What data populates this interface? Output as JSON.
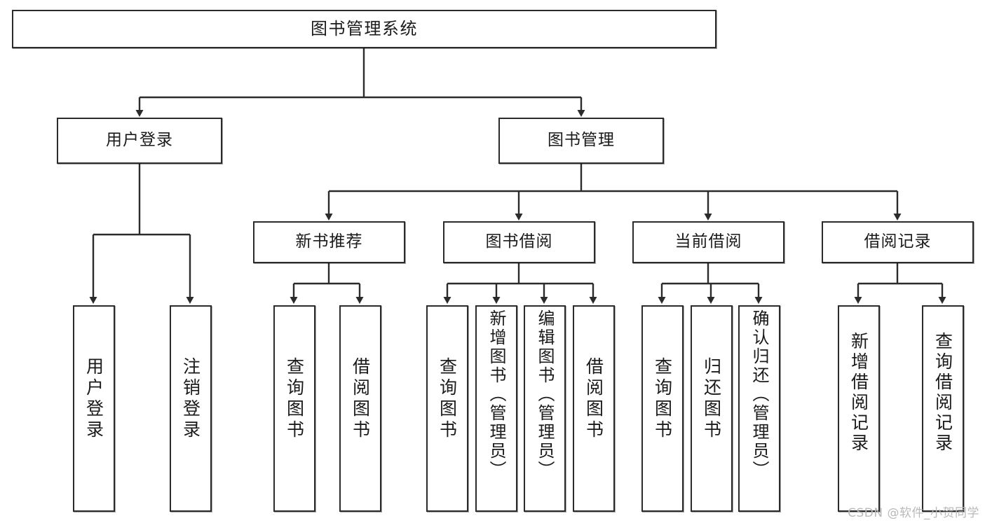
{
  "diagram": {
    "type": "tree-hierarchy",
    "title": "图书管理系统",
    "watermark": "CSDN @软件_小贺同学",
    "colors": {
      "stroke": "#2b2b2b",
      "fill": "#ffffff",
      "text": "#1a1a1a",
      "watermark": "#b9b9b9"
    },
    "root": {
      "label": "图书管理系统"
    },
    "level2": [
      {
        "label": "用户登录"
      },
      {
        "label": "图书管理"
      }
    ],
    "level3": [
      {
        "label": "新书推荐"
      },
      {
        "label": "图书借阅"
      },
      {
        "label": "当前借阅"
      },
      {
        "label": "借阅记录"
      }
    ],
    "leaves": [
      {
        "label": "用户登录",
        "parent": "用户登录"
      },
      {
        "label": "注销登录",
        "parent": "用户登录"
      },
      {
        "label": "查询图书",
        "parent": "新书推荐"
      },
      {
        "label": "借阅图书",
        "parent": "新书推荐"
      },
      {
        "label": "查询图书",
        "parent": "图书借阅"
      },
      {
        "label": "新增图书（管理员）",
        "parent": "图书借阅"
      },
      {
        "label": "编辑图书（管理员）",
        "parent": "图书借阅"
      },
      {
        "label": "借阅图书",
        "parent": "图书借阅"
      },
      {
        "label": "查询图书",
        "parent": "当前借阅"
      },
      {
        "label": "归还图书",
        "parent": "当前借阅"
      },
      {
        "label": "确认归还（管理员）",
        "parent": "当前借阅"
      },
      {
        "label": "新增借阅记录",
        "parent": "借阅记录"
      },
      {
        "label": "查询借阅记录",
        "parent": "借阅记录"
      }
    ]
  }
}
